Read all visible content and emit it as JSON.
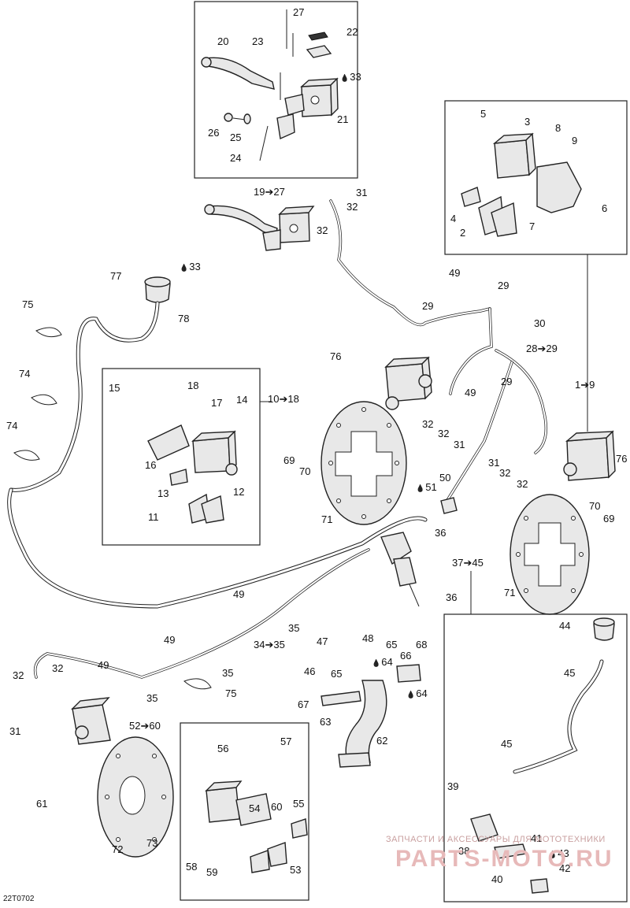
{
  "diagram": {
    "code": "22T0702",
    "watermark": {
      "line1": "ЗАПЧАСТИ И АКСЕССУАРЫ ДЛЯ МОТОТЕХНИКИ",
      "line2": "PARTS-MOTO.RU"
    },
    "callouts": [
      {
        "id": "c27",
        "text": "27"
      },
      {
        "id": "c22",
        "text": "22"
      },
      {
        "id": "c20",
        "text": "20"
      },
      {
        "id": "c23",
        "text": "23"
      },
      {
        "id": "c33a",
        "text": "33"
      },
      {
        "id": "c21",
        "text": "21"
      },
      {
        "id": "c26",
        "text": "26"
      },
      {
        "id": "c25",
        "text": "25"
      },
      {
        "id": "c24",
        "text": "24"
      },
      {
        "id": "c19_27",
        "text": "19➔27"
      },
      {
        "id": "c31a",
        "text": "31"
      },
      {
        "id": "c32a",
        "text": "32"
      },
      {
        "id": "c32b",
        "text": "32"
      },
      {
        "id": "c5",
        "text": "5"
      },
      {
        "id": "c3",
        "text": "3"
      },
      {
        "id": "c8",
        "text": "8"
      },
      {
        "id": "c9",
        "text": "9"
      },
      {
        "id": "c4",
        "text": "4"
      },
      {
        "id": "c2",
        "text": "2"
      },
      {
        "id": "c7",
        "text": "7"
      },
      {
        "id": "c6",
        "text": "6"
      },
      {
        "id": "c77",
        "text": "77"
      },
      {
        "id": "c33b",
        "text": "33"
      },
      {
        "id": "c78",
        "text": "78"
      },
      {
        "id": "c75a",
        "text": "75"
      },
      {
        "id": "c49a",
        "text": "49"
      },
      {
        "id": "c29a",
        "text": "29"
      },
      {
        "id": "c29b",
        "text": "29"
      },
      {
        "id": "c30",
        "text": "30"
      },
      {
        "id": "c28_29",
        "text": "28➔29"
      },
      {
        "id": "c74a",
        "text": "74"
      },
      {
        "id": "c76a",
        "text": "76"
      },
      {
        "id": "c10_18",
        "text": "10➔18"
      },
      {
        "id": "c1_9",
        "text": "1➔9"
      },
      {
        "id": "c15",
        "text": "15"
      },
      {
        "id": "c18",
        "text": "18"
      },
      {
        "id": "c14",
        "text": "14"
      },
      {
        "id": "c17",
        "text": "17"
      },
      {
        "id": "c49b",
        "text": "49"
      },
      {
        "id": "c29c",
        "text": "29"
      },
      {
        "id": "c74b",
        "text": "74"
      },
      {
        "id": "c16",
        "text": "16"
      },
      {
        "id": "c12",
        "text": "12"
      },
      {
        "id": "c13",
        "text": "13"
      },
      {
        "id": "c11",
        "text": "11"
      },
      {
        "id": "c32c",
        "text": "32"
      },
      {
        "id": "c32d",
        "text": "32"
      },
      {
        "id": "c31b",
        "text": "31"
      },
      {
        "id": "c69a",
        "text": "69"
      },
      {
        "id": "c70a",
        "text": "70"
      },
      {
        "id": "c31c",
        "text": "31"
      },
      {
        "id": "c32e",
        "text": "32"
      },
      {
        "id": "c32f",
        "text": "32"
      },
      {
        "id": "c76b",
        "text": "76"
      },
      {
        "id": "c51",
        "text": "51"
      },
      {
        "id": "c50",
        "text": "50"
      },
      {
        "id": "c71a",
        "text": "71"
      },
      {
        "id": "c70b",
        "text": "70"
      },
      {
        "id": "c69b",
        "text": "69"
      },
      {
        "id": "c36a",
        "text": "36"
      },
      {
        "id": "c37_45",
        "text": "37➔45"
      },
      {
        "id": "c36b",
        "text": "36"
      },
      {
        "id": "c71b",
        "text": "71"
      },
      {
        "id": "c49c",
        "text": "49"
      },
      {
        "id": "c35a",
        "text": "35"
      },
      {
        "id": "c44",
        "text": "44"
      },
      {
        "id": "c49d",
        "text": "49"
      },
      {
        "id": "c34_35",
        "text": "34➔35"
      },
      {
        "id": "c47",
        "text": "47"
      },
      {
        "id": "c48",
        "text": "48"
      },
      {
        "id": "c65a",
        "text": "65"
      },
      {
        "id": "c66",
        "text": "66"
      },
      {
        "id": "c68",
        "text": "68"
      },
      {
        "id": "c35b",
        "text": "35"
      },
      {
        "id": "c64a",
        "text": "64"
      },
      {
        "id": "c46",
        "text": "46"
      },
      {
        "id": "c65b",
        "text": "65"
      },
      {
        "id": "c45a",
        "text": "45"
      },
      {
        "id": "c49e",
        "text": "49"
      },
      {
        "id": "c32g",
        "text": "32"
      },
      {
        "id": "c32h",
        "text": "32"
      },
      {
        "id": "c35c",
        "text": "35"
      },
      {
        "id": "c75b",
        "text": "75"
      },
      {
        "id": "c64b",
        "text": "64"
      },
      {
        "id": "c67",
        "text": "67"
      },
      {
        "id": "c31d",
        "text": "31"
      },
      {
        "id": "c63",
        "text": "63"
      },
      {
        "id": "c52_60",
        "text": "52➔60"
      },
      {
        "id": "c62",
        "text": "62"
      },
      {
        "id": "c45b",
        "text": "45"
      },
      {
        "id": "c56",
        "text": "56"
      },
      {
        "id": "c57",
        "text": "57"
      },
      {
        "id": "c61",
        "text": "61"
      },
      {
        "id": "c54",
        "text": "54"
      },
      {
        "id": "c60",
        "text": "60"
      },
      {
        "id": "c39",
        "text": "39"
      },
      {
        "id": "c55",
        "text": "55"
      },
      {
        "id": "c72",
        "text": "72"
      },
      {
        "id": "c73",
        "text": "73"
      },
      {
        "id": "c41",
        "text": "41"
      },
      {
        "id": "c38",
        "text": "38"
      },
      {
        "id": "c43",
        "text": "43"
      },
      {
        "id": "c58",
        "text": "58"
      },
      {
        "id": "c59",
        "text": "59"
      },
      {
        "id": "c53",
        "text": "53"
      },
      {
        "id": "c40",
        "text": "40"
      },
      {
        "id": "c42",
        "text": "42"
      }
    ]
  }
}
